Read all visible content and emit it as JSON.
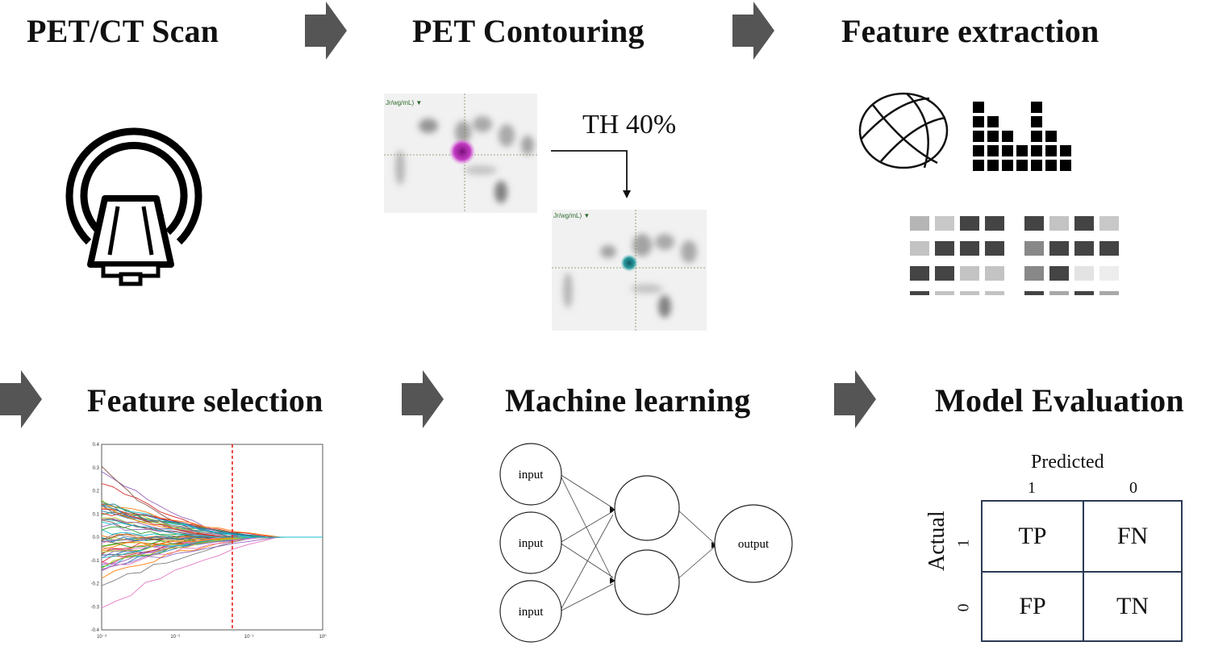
{
  "stages": {
    "s1": "PET/CT Scan",
    "s2": "PET Contouring",
    "s3": "Feature extraction",
    "s4": "Feature selection",
    "s5": "Machine learning",
    "s6": "Model Evaluation"
  },
  "contouring": {
    "threshold_label": "TH 40%",
    "scan_label": "Jr/wg/mL) ▼"
  },
  "lasso_plot": {
    "y_ticks": [
      "0.4",
      "0.3",
      "0.2",
      "0.1",
      "0.0",
      "-0.1",
      "-0.2",
      "-0.3",
      "-0.4"
    ],
    "x_ticks": [
      "10⁻³",
      "10⁻²",
      "10⁻¹",
      "10⁰"
    ]
  },
  "network": {
    "input_label": "input",
    "output_label": "output"
  },
  "confusion_matrix": {
    "predicted_label": "Predicted",
    "actual_label": "Actual",
    "col_1": "1",
    "col_0": "0",
    "row_1": "1",
    "row_0": "0",
    "tp": "TP",
    "fn": "FN",
    "fp": "FP",
    "tn": "TN"
  },
  "colors": {
    "arrow": "#555555",
    "matrix_border": "#2b3a55",
    "contour_pink": "#b41fb4",
    "contour_teal": "#1e8a8f",
    "threshold_line": "#e8201c"
  }
}
